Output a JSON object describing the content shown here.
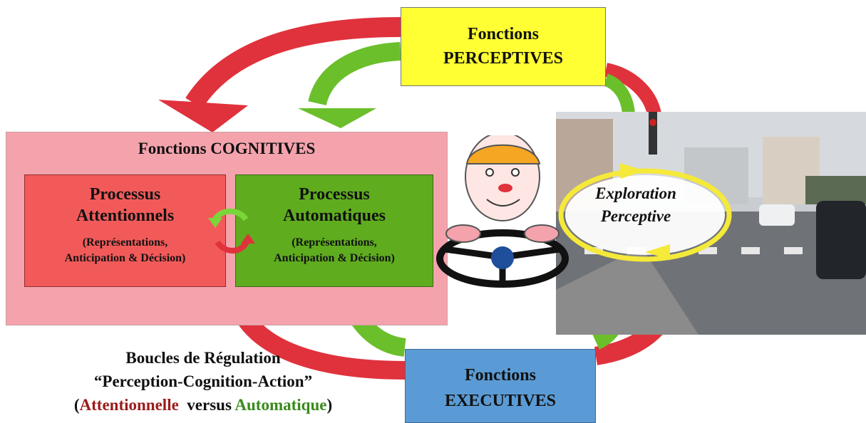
{
  "perceptives": {
    "line1": "Fonctions",
    "line2": "PERCEPTIVES"
  },
  "cognitives": {
    "title": "Fonctions COGNITIVES"
  },
  "attentionnels": {
    "line1": "Processus",
    "line2": "Attentionnels",
    "sub1": "(Représentations,",
    "sub2": "Anticipation  & Décision)"
  },
  "automatiques": {
    "line1": "Processus",
    "line2": "Automatiques",
    "sub1": "(Représentations,",
    "sub2": "Anticipation  & Décision)"
  },
  "exploration": {
    "line1": "Exploration",
    "line2": "Perceptive"
  },
  "executives": {
    "line1": "Fonctions",
    "line2": "EXECUTIVES"
  },
  "caption": {
    "line1": "Boucles de Régulation",
    "line2": "“Perception-Cognition-Action”",
    "open": "(",
    "attn": "Attentionnelle",
    "versus": "versus",
    "auto": "Automatique",
    "close": ")"
  },
  "colors": {
    "red_arrow": "#e0323c",
    "green_arrow": "#6bbf2b",
    "yellow_box": "#ffff33",
    "blue_box": "#5b9bd5",
    "pink_box": "#f4a3ad"
  }
}
